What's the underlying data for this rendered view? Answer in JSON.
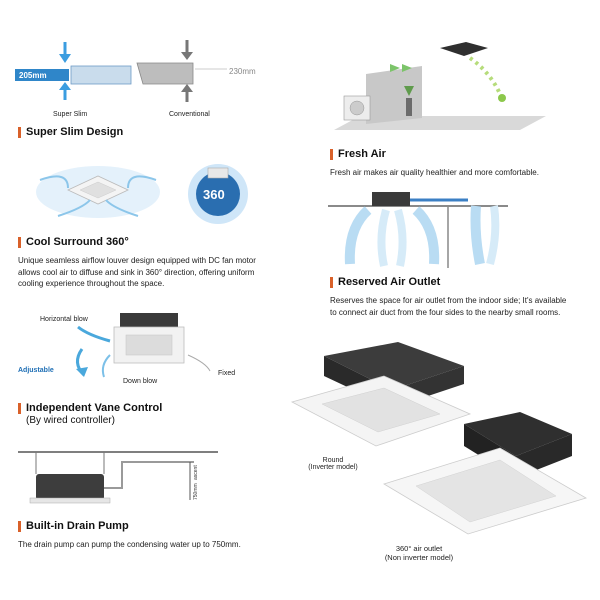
{
  "slim": {
    "dim_slim": "205mm",
    "dim_conventional": "230mm",
    "label_slim": "Super Slim",
    "label_conventional": "Conventional",
    "heading": "Super Slim Design"
  },
  "surround": {
    "badge": "360",
    "heading": "Cool Surround 360°",
    "body": "Unique seamless airflow louver design equipped with DC fan motor allows cool air to diffuse and sink in 360° direction, offering uniform cooling experience throughout the space."
  },
  "vane": {
    "horizontal": "Horizontal blow",
    "adjustable": "Adjustable",
    "down": "Down blow",
    "fixed": "Fixed",
    "heading": "Independent Vane Control",
    "sub": "(By wired controller)"
  },
  "drain": {
    "height_label": "750mm",
    "height_word": "ascent",
    "heading": "Built-in Drain Pump",
    "body": "The drain pump can pump the condensing water up to 750mm."
  },
  "fresh": {
    "heading": "Fresh Air",
    "body": "Fresh air makes air quality healthier and more comfortable."
  },
  "outlet": {
    "heading": "Reserved Air Outlet",
    "body": "Reserves the space for air outlet from the indoor side; It's available to connect air duct from the four sides to the nearby small rooms."
  },
  "models": {
    "round_1": "Round",
    "round_2": "(Inverter model)",
    "outlet_1": "360° air outlet",
    "outlet_2": "(Non inverter model)"
  },
  "colors": {
    "accent": "#d9612a",
    "blue": "#1f6fb5",
    "arrow": "#4aa8dc"
  }
}
